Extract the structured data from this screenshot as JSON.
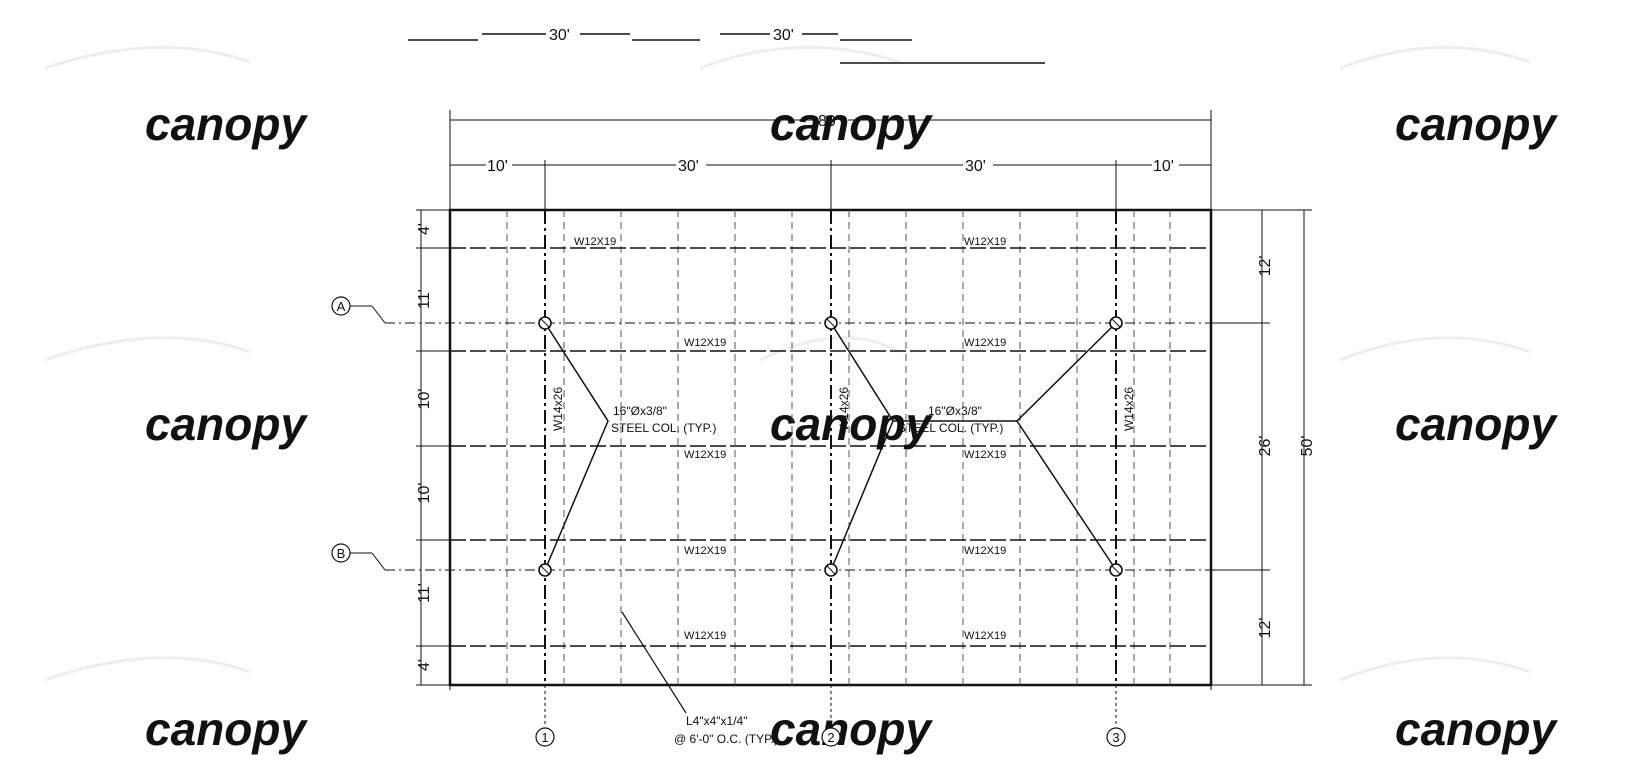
{
  "top_scale_bar": {
    "left": "30'",
    "right": "30'"
  },
  "dimensions": {
    "overall_width": "80'",
    "top_segments": [
      "10'",
      "30'",
      "30'",
      "10'"
    ],
    "left_segments": [
      "4'",
      "11'",
      "10'",
      "10'",
      "11'",
      "4'"
    ],
    "right_segments": [
      "12'",
      "26'",
      "12'"
    ],
    "overall_depth": "50'"
  },
  "grid_lines": {
    "rows": [
      "A",
      "B"
    ],
    "columns": [
      "1",
      "2",
      "3"
    ]
  },
  "column_beams": [
    "W14x26",
    "W14x26",
    "W14x26"
  ],
  "beams": {
    "row1": [
      "W12X19",
      "W12X19"
    ],
    "row2": [
      "W12X19",
      "W12X19"
    ],
    "row3": [
      "W12X19",
      "W12X19"
    ],
    "row4": [
      "W12X19",
      "W12X19"
    ],
    "row5": [
      "W12X19",
      "W12X19"
    ]
  },
  "callouts": {
    "column_left": {
      "line1": "16\"Øx3/8\"",
      "line2": "STEEL COL. (TYP.)"
    },
    "column_center": {
      "line1": "16\"Øx3/8\"",
      "line2": "STEEL COL. (TYP.)"
    },
    "angle": {
      "line1": "L4\"x4\"x1/4\"",
      "line2": "@ 6'-0\" O.C. (TYP.)"
    }
  },
  "watermark_text": "canopy"
}
